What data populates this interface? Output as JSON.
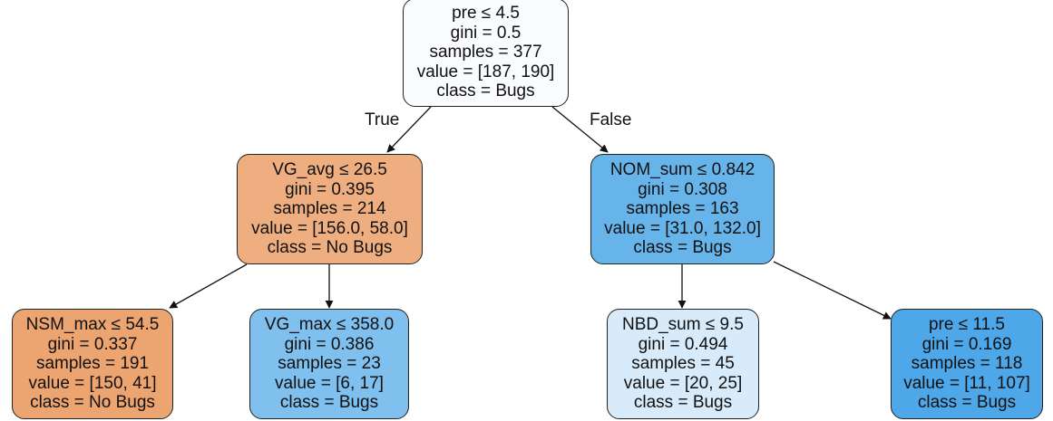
{
  "tree": {
    "root": {
      "split": "pre ≤ 4.5",
      "gini": "gini = 0.5",
      "samples": "samples = 377",
      "value": "value = [187, 190]",
      "class": "class = Bugs",
      "fill": "#f9fbfe"
    },
    "left": {
      "split": "VG_avg ≤ 26.5",
      "gini": "gini = 0.395",
      "samples": "samples = 214",
      "value": "value = [156.0, 58.0]",
      "class": "class = No Bugs",
      "fill": "#efae80"
    },
    "right": {
      "split": "NOM_sum ≤ 0.842",
      "gini": "gini = 0.308",
      "samples": "samples = 163",
      "value": "value = [31.0, 132.0]",
      "class": "class = Bugs",
      "fill": "#67b4eb"
    },
    "ll": {
      "split": "NSM_max ≤ 54.5",
      "gini": "gini = 0.337",
      "samples": "samples = 191",
      "value": "value = [150, 41]",
      "class": "class = No Bugs",
      "fill": "#eca470"
    },
    "lr": {
      "split": "VG_max ≤ 358.0",
      "gini": "gini = 0.386",
      "samples": "samples = 23",
      "value": "value = [6, 17]",
      "class": "class = Bugs",
      "fill": "#7fc0ee"
    },
    "rl": {
      "split": "NBD_sum ≤ 9.5",
      "gini": "gini = 0.494",
      "samples": "samples = 45",
      "value": "value = [20, 25]",
      "class": "class = Bugs",
      "fill": "#d7ebfa"
    },
    "rr": {
      "split": "pre ≤ 11.5",
      "gini": "gini = 0.169",
      "samples": "samples = 118",
      "value": "value = [11, 107]",
      "class": "class = Bugs",
      "fill": "#4da7e8"
    }
  },
  "edge_labels": {
    "true": "True",
    "false": "False"
  }
}
